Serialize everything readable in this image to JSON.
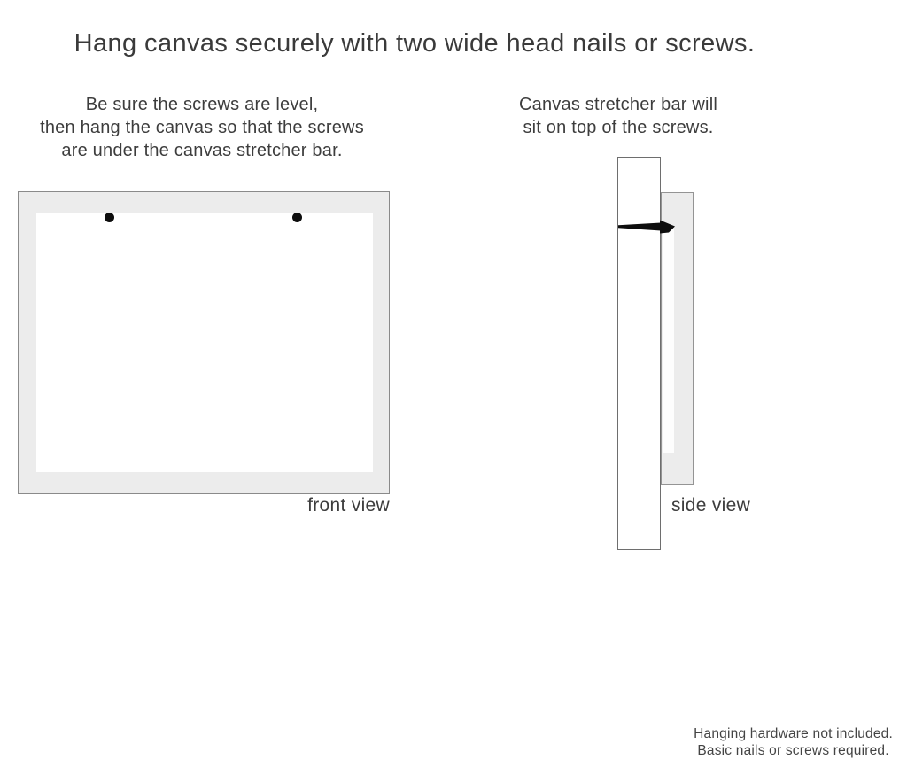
{
  "title": "Hang canvas securely with two wide head nails or screws.",
  "instructions": {
    "front": {
      "lines": [
        "Be sure the screws are level,",
        "then hang the canvas so that the screws",
        "are under the canvas stretcher bar."
      ]
    },
    "side": {
      "lines": [
        "Canvas stretcher bar will",
        "sit on top of the screws."
      ]
    }
  },
  "front_view": {
    "label": "front view",
    "nail_count": 2
  },
  "side_view": {
    "label": "side view"
  },
  "footer": {
    "lines": [
      "Hanging hardware not included.",
      "Basic nails or screws required."
    ]
  },
  "colors": {
    "background": "#ffffff",
    "text": "#3d3d3d",
    "canvas_fill": "#ececec",
    "canvas_outline": "#8a8a8a",
    "wall_outline": "#6e6e6e",
    "nail": "#0d0d0d"
  }
}
